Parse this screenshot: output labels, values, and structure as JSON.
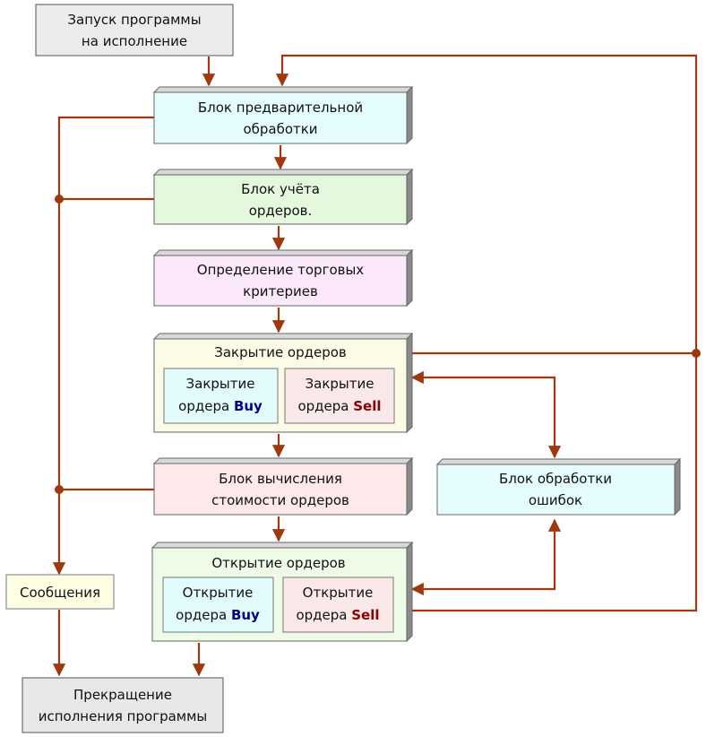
{
  "nodes": {
    "start": {
      "lines": [
        "Запуск  программы",
        "на исполнение"
      ]
    },
    "preproc": {
      "lines": [
        "Блок предварительной",
        "обработки"
      ]
    },
    "accounting": {
      "lines": [
        "Блок учёта",
        "ордеров."
      ]
    },
    "criteria": {
      "lines": [
        "Определение торговых",
        "критериев"
      ]
    },
    "close_orders": {
      "title": "Закрытие ордеров",
      "buy": {
        "line1": "Закрытие",
        "line2_prefix": "ордера ",
        "line2_bold": "Buy"
      },
      "sell": {
        "line1": "Закрытие",
        "line2_prefix": "ордера ",
        "line2_bold": "Sell"
      }
    },
    "calc": {
      "lines": [
        "Блок вычисления",
        "стоимости ордеров"
      ]
    },
    "errors": {
      "lines": [
        "Блок обработки",
        "ошибок"
      ]
    },
    "open_orders": {
      "title": "Открытие ордеров",
      "buy": {
        "line1": "Открытие",
        "line2_prefix": "ордера ",
        "line2_bold": "Buy"
      },
      "sell": {
        "line1": "Открытие",
        "line2_prefix": "ордера ",
        "line2_bold": "Sell"
      }
    },
    "messages": {
      "lines": [
        "Сообщения"
      ]
    },
    "stop": {
      "lines": [
        "Прекращение",
        "исполнения программы"
      ]
    }
  },
  "colors": {
    "arrow": "#a0380f",
    "start_fill": "#ececec",
    "preproc_fill": "#e6fdfd",
    "accounting_fill": "#e3f8dc",
    "criteria_fill": "#fbe8fb",
    "close_fill": "#fbfbe6",
    "calc_fill": "#fde9ea",
    "errors_fill": "#e6fdfd",
    "open_fill": "#eefbe6",
    "buy_fill": "#e2fbfb",
    "sell_fill": "#fbe8e8",
    "messages_fill": "#ffffe4",
    "stop_fill": "#e8e8e8"
  }
}
